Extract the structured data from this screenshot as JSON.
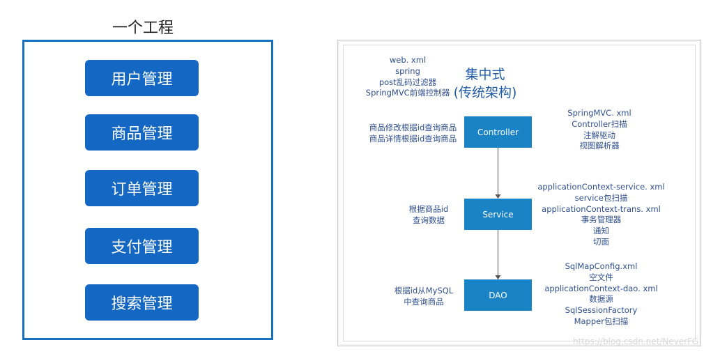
{
  "left": {
    "title": "一个工程",
    "modules": [
      "用户管理",
      "商品管理",
      "订单管理",
      "支付管理",
      "搜索管理"
    ]
  },
  "right": {
    "config_top": [
      "web. xml",
      "spring",
      "post乱码过滤器",
      "SpringMVC前端控制器"
    ],
    "central_title": "集中式",
    "central_subtitle": "(传统架构)",
    "controller": {
      "label": "Controller",
      "left_notes": [
        "商品修改根据id查询商品",
        "商品详情根据id查询商品"
      ],
      "right_notes": [
        "SpringMVC. xml",
        "Controller扫描",
        "注解驱动",
        "视图解析器"
      ]
    },
    "service": {
      "label": "Service",
      "left_notes": [
        "根据商品id",
        "查询数据"
      ],
      "right_notes": [
        "applicationContext-service. xml",
        "service包扫描",
        "applicationContext-trans. xml",
        "事务管理器",
        "通知",
        "切面"
      ]
    },
    "dao": {
      "label": "DAO",
      "left_notes": [
        "根据id从MySQL",
        "中查询商品"
      ],
      "right_notes": [
        "SqlMapConfig.xml",
        "空文件",
        "applicationContext-dao. xml",
        "数据源",
        "SqlSessionFactory",
        "Mapper包扫描"
      ]
    },
    "watermark": "https://blog.csdn.net/NeverFG"
  }
}
